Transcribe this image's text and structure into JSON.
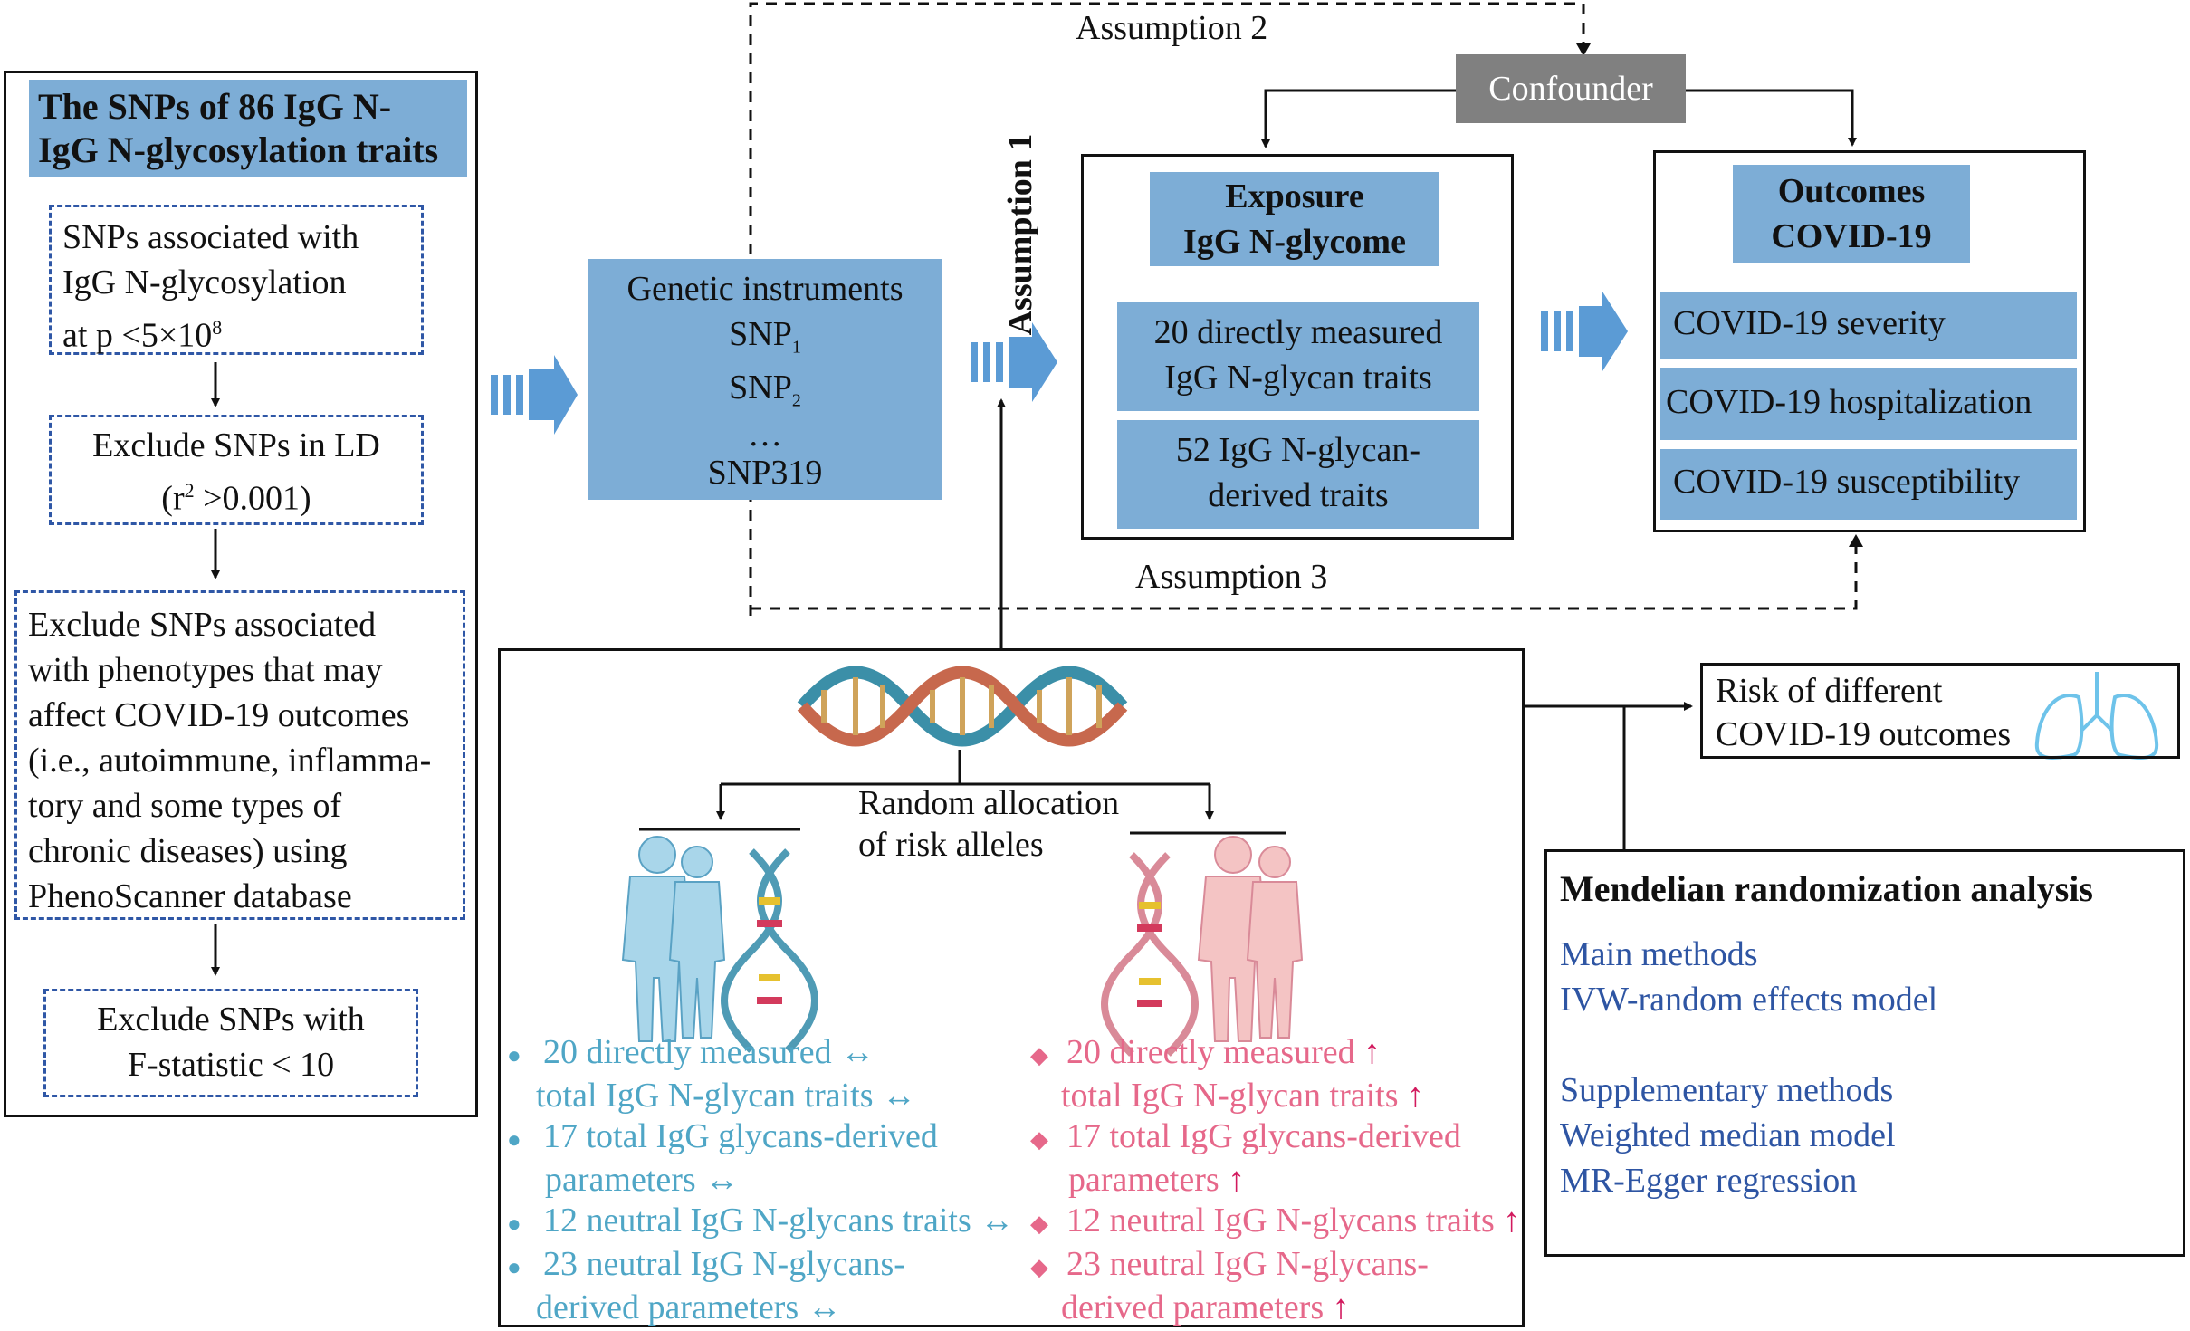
{
  "colors": {
    "panel_blue": "#7dadd6",
    "dashed_border": "#2f57a6",
    "confounder_grey": "#808080",
    "teal": "#4fa6c6",
    "pink": "#e6688a",
    "navy_text": "#2e55a3",
    "arrow_blue": "#5b9bd5"
  },
  "left_panel": {
    "title_line1": "The SNPs of 86 IgG N-",
    "title_line2": "IgG N-glycosylation traits",
    "step1": {
      "line1": "SNPs associated with",
      "line2": "IgG N-glycosylation",
      "line3_prefix": "at p <5×10",
      "line3_sup": "8"
    },
    "step2": {
      "line1": "Exclude SNPs in LD",
      "line2_prefix": "(r",
      "line2_sup": "2",
      "line2_suffix": " >0.001)"
    },
    "step3": [
      "Exclude SNPs associated",
      "with phenotypes that may",
      "affect COVID-19 outcomes",
      "(i.e., autoimmune, inflamma-",
      "tory and some types of",
      "chronic diseases) using",
      "PhenoScanner database"
    ],
    "step4": {
      "line1": "Exclude SNPs with",
      "line2": "F-statistic < 10"
    }
  },
  "instruments": {
    "title": "Genetic instruments",
    "snp": "SNP",
    "sub1": "1",
    "sub2": "2",
    "ellipsis": "…",
    "last": "SNP319"
  },
  "assumptions": {
    "a1": "Assumption 1",
    "a2": "Assumption 2",
    "a3": "Assumption 3"
  },
  "confounder": "Confounder",
  "exposure": {
    "title1": "Exposure",
    "title2": "IgG N-glycome",
    "item1_line1": "20 directly measured",
    "item1_line2": "IgG N-glycan traits",
    "item2_line1": "52 IgG N-glycan-",
    "item2_line2": "derived traits"
  },
  "outcomes": {
    "title1": "Outcomes",
    "title2": "COVID-19",
    "items": [
      "COVID-19 severity",
      "COVID-19 hospitalization",
      "COVID-19 susceptibility"
    ]
  },
  "random_allocation": {
    "line1": "Random allocation",
    "line2": "of risk alleles"
  },
  "left_group": {
    "bullet": "●",
    "arrow": "↔",
    "items": [
      {
        "line1": "20 directly measured",
        "line2": "total IgG N-glycan traits"
      },
      {
        "line1": "17 total IgG glycans-derived",
        "line2": "parameters"
      },
      {
        "line1": "12 neutral IgG N-glycans traits"
      },
      {
        "line1": "23 neutral IgG N-glycans-",
        "line2": "derived parameters"
      }
    ]
  },
  "right_group": {
    "bullet": "◆",
    "arrow": "↑",
    "items": [
      {
        "line1": "20 directly measured",
        "line2": "total IgG N-glycan traits"
      },
      {
        "line1": "17 total IgG glycans-derived",
        "line2": "parameters"
      },
      {
        "line1": "12 neutral IgG N-glycans traits"
      },
      {
        "line1": "23 neutral IgG N-glycans-",
        "line2": "derived parameters"
      }
    ]
  },
  "risk": {
    "line1": "Risk of different",
    "line2": "COVID-19 outcomes",
    "icon": "lungs-icon"
  },
  "mr": {
    "title": "Mendelian randomization analysis",
    "main_label": "Main methods",
    "main_method": "IVW-random effects model",
    "supp_label": "Supplementary methods",
    "supp1": "Weighted median model",
    "supp2": "MR-Egger regression"
  }
}
